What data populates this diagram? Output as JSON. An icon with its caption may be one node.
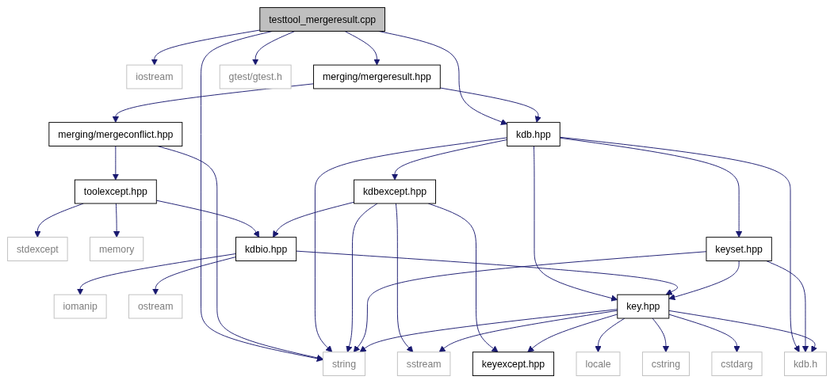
{
  "diagram": {
    "nodes": [
      {
        "text": [
          "testtool_mergeresult.cpp"
        ]
      },
      {
        "text": [
          "iostream"
        ]
      },
      {
        "text": [
          "merging/mergeresult.hpp"
        ]
      },
      {
        "text": [
          "gtest/gtest.h"
        ]
      },
      {
        "text": [
          "kdb.hpp"
        ]
      },
      {
        "text": [
          "merging/mergeconflict.hpp"
        ]
      },
      {
        "text": [
          "toolexcept.hpp"
        ]
      },
      {
        "text": [
          "kdbexcept.hpp"
        ]
      },
      {
        "text": [
          "stdexcept"
        ]
      },
      {
        "text": [
          "memory"
        ]
      },
      {
        "text": [
          "kdbio.hpp"
        ]
      },
      {
        "text": [
          "keyset.hpp"
        ]
      },
      {
        "text": [
          "iomanip"
        ]
      },
      {
        "text": [
          "ostream"
        ]
      },
      {
        "text": [
          "key.hpp"
        ]
      },
      {
        "text": [
          "string"
        ]
      },
      {
        "text": [
          "sstream"
        ]
      },
      {
        "text": [
          "keyexcept.hpp"
        ]
      },
      {
        "text": [
          "locale"
        ]
      },
      {
        "text": [
          "cstring"
        ]
      },
      {
        "text": [
          "cstdarg"
        ]
      },
      {
        "text": [
          "kdb.h"
        ]
      }
    ],
    "edges": [
      {
        "from": 0,
        "to": 1,
        "arrow": "to"
      },
      {
        "from": 0,
        "to": 2,
        "arrow": "to"
      },
      {
        "from": 0,
        "to": 3,
        "arrow": "to"
      },
      {
        "from": 0,
        "to": 4,
        "arrow": "to"
      },
      {
        "from": 0,
        "to": 15,
        "arrow": "to"
      },
      {
        "from": 2,
        "to": 5,
        "arrow": "to"
      },
      {
        "from": 2,
        "to": 4,
        "arrow": "to"
      },
      {
        "from": 5,
        "to": 6,
        "arrow": "to"
      },
      {
        "from": 5,
        "to": 15,
        "arrow": "to"
      },
      {
        "from": 6,
        "to": 8,
        "arrow": "to"
      },
      {
        "from": 6,
        "to": 9,
        "arrow": "to"
      },
      {
        "from": 6,
        "to": 10,
        "arrow": "to"
      },
      {
        "from": 4,
        "to": 15,
        "arrow": "to"
      },
      {
        "from": 4,
        "to": 7,
        "arrow": "to"
      },
      {
        "from": 4,
        "to": 11,
        "arrow": "to"
      },
      {
        "from": 4,
        "to": 14,
        "arrow": "to"
      },
      {
        "from": 4,
        "to": 21,
        "arrow": "to"
      },
      {
        "from": 7,
        "to": 10,
        "arrow": "to"
      },
      {
        "from": 7,
        "to": 15,
        "arrow": "to"
      },
      {
        "from": 7,
        "to": 16,
        "arrow": "to"
      },
      {
        "from": 7,
        "to": 17,
        "arrow": "to"
      },
      {
        "from": 10,
        "to": 12,
        "arrow": "to"
      },
      {
        "from": 10,
        "to": 13,
        "arrow": "to"
      },
      {
        "from": 10,
        "to": 14,
        "arrow": "to"
      },
      {
        "from": 11,
        "to": 14,
        "arrow": "to"
      },
      {
        "from": 11,
        "to": 15,
        "arrow": "to"
      },
      {
        "from": 11,
        "to": 21,
        "arrow": "to"
      },
      {
        "from": 14,
        "to": 15,
        "arrow": "to"
      },
      {
        "from": 14,
        "to": 16,
        "arrow": "to"
      },
      {
        "from": 14,
        "to": 17,
        "arrow": "to"
      },
      {
        "from": 14,
        "to": 18,
        "arrow": "to"
      },
      {
        "from": 14,
        "to": 19,
        "arrow": "to"
      },
      {
        "from": 14,
        "to": 20,
        "arrow": "to"
      },
      {
        "from": 14,
        "to": 21,
        "arrow": "to"
      }
    ]
  }
}
